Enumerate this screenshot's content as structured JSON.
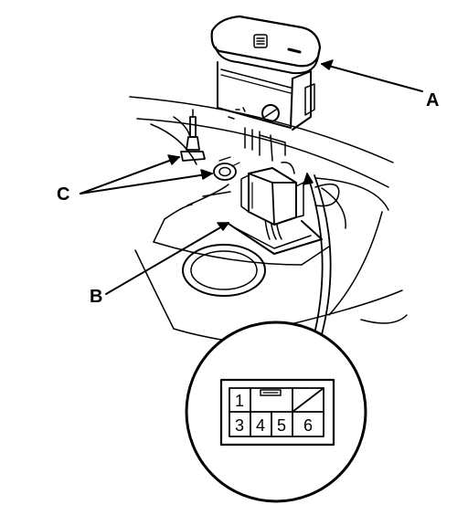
{
  "callouts": {
    "a": "A",
    "b": "B",
    "c": "C"
  },
  "connector_face": {
    "top_row": [
      "1",
      "",
      ""
    ],
    "bottom_row": [
      "3",
      "4",
      "5",
      "6"
    ]
  },
  "colors": {
    "line": "#000000",
    "background": "#ffffff"
  }
}
